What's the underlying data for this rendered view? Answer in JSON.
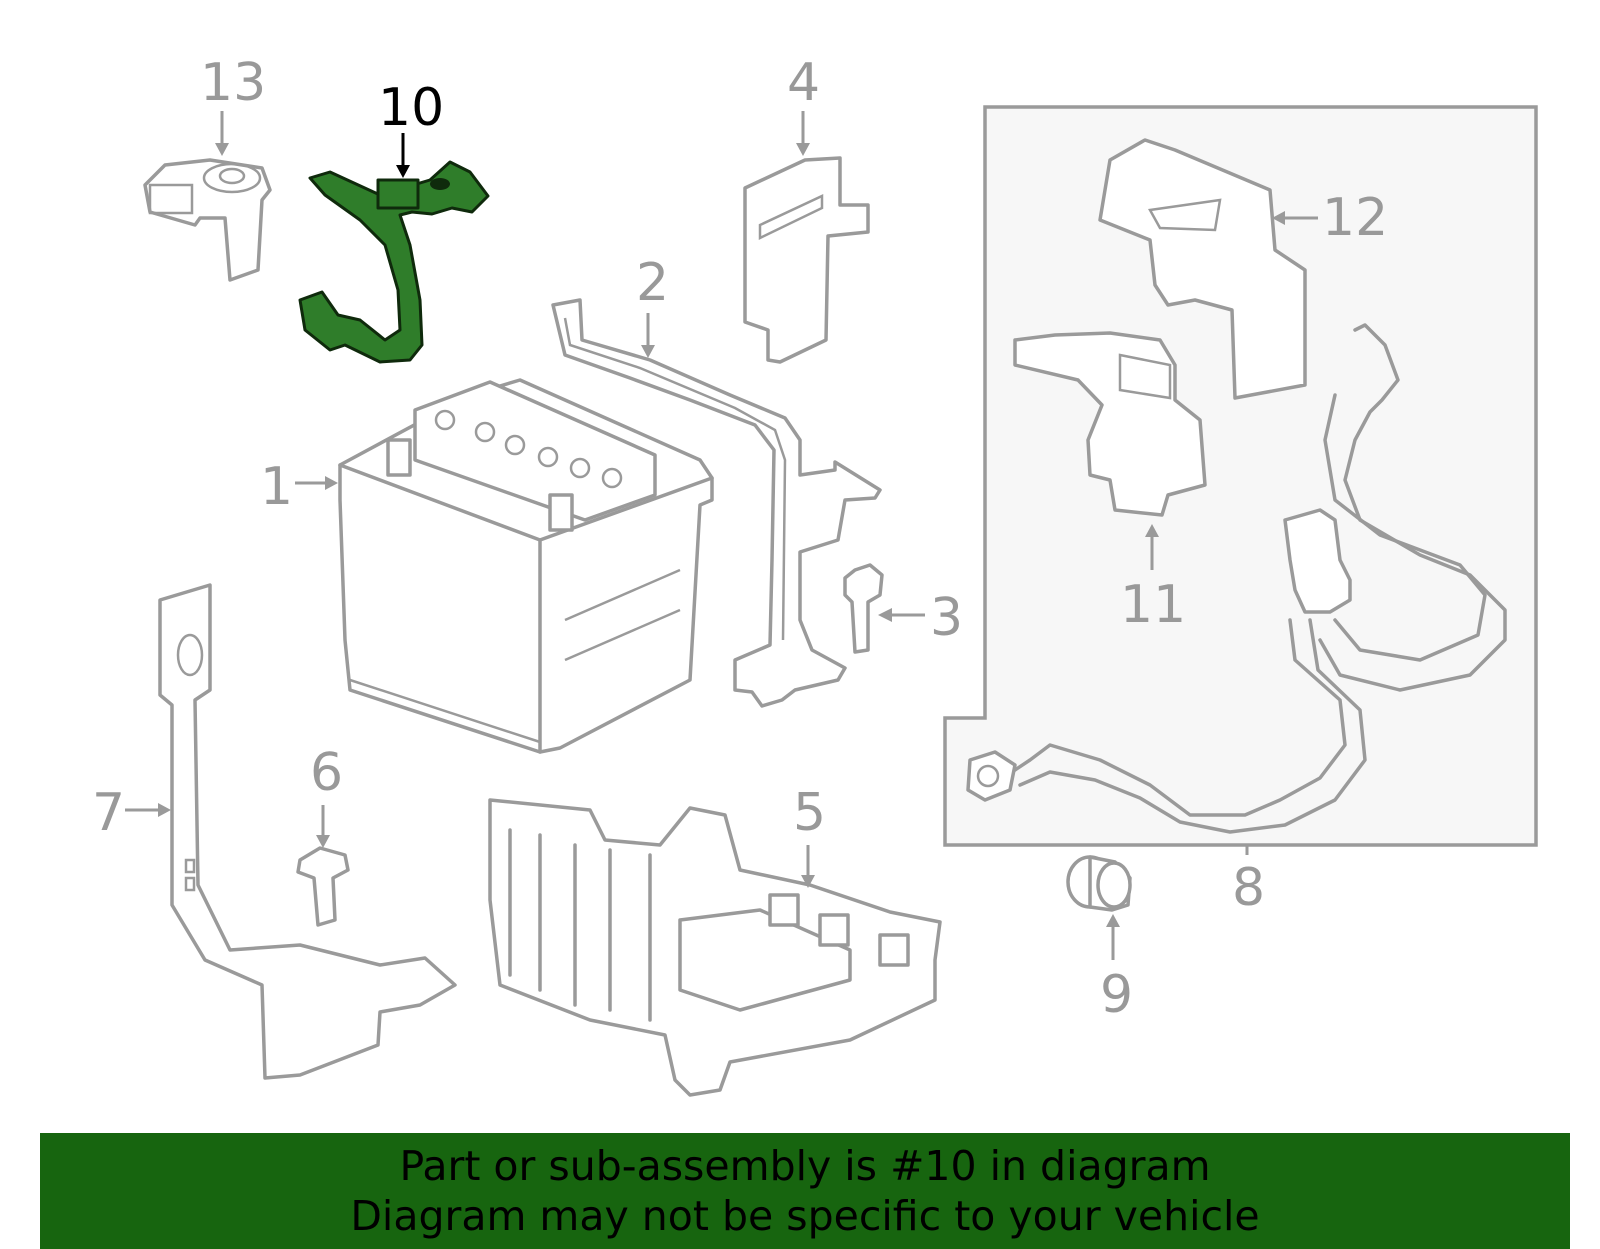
{
  "diagram": {
    "highlight_color": "#2f7d2a",
    "line_color": "#9a9a9a",
    "callouts": {
      "c1": "1",
      "c2": "2",
      "c3": "3",
      "c4": "4",
      "c5": "5",
      "c6": "6",
      "c7": "7",
      "c8": "8",
      "c9": "9",
      "c10": "10",
      "c11": "11",
      "c12": "12",
      "c13": "13"
    },
    "highlighted_part": "10"
  },
  "banner": {
    "line1": "Part or sub-assembly is #10 in diagram",
    "line2": "Diagram may not be specific to your vehicle",
    "background": "#17650f"
  }
}
